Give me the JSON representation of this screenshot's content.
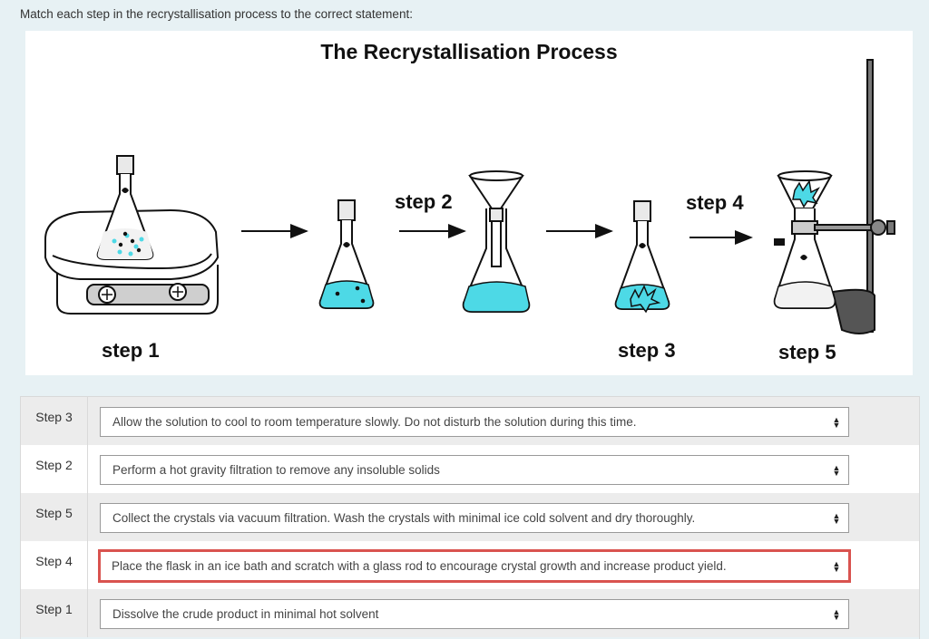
{
  "prompt": "Match each step in the recrystallisation process to the correct statement:",
  "figure": {
    "title": "The Recrystallisation Process",
    "labels": {
      "step1": "step 1",
      "step2": "step 2",
      "step3": "step 3",
      "step4": "step 4",
      "step5": "step 5"
    }
  },
  "rows": [
    {
      "label": "Step 3",
      "value": "Allow the solution to cool to room temperature slowly. Do not disturb the solution during this time."
    },
    {
      "label": "Step 2",
      "value": "Perform a hot gravity filtration to remove any insoluble solids"
    },
    {
      "label": "Step 5",
      "value": "Collect the crystals via vacuum filtration. Wash the crystals with minimal ice cold solvent and dry thoroughly."
    },
    {
      "label": "Step 4",
      "value": "Place the flask in an ice bath and scratch with a glass rod to encourage crystal growth and increase product yield."
    },
    {
      "label": "Step 1",
      "value": "Dissolve the crude product in minimal hot solvent"
    }
  ],
  "select_arrow_icon": "sort-arrows-icon",
  "highlight_color": "#d9534f",
  "liquid_color": "#4dd9e6"
}
